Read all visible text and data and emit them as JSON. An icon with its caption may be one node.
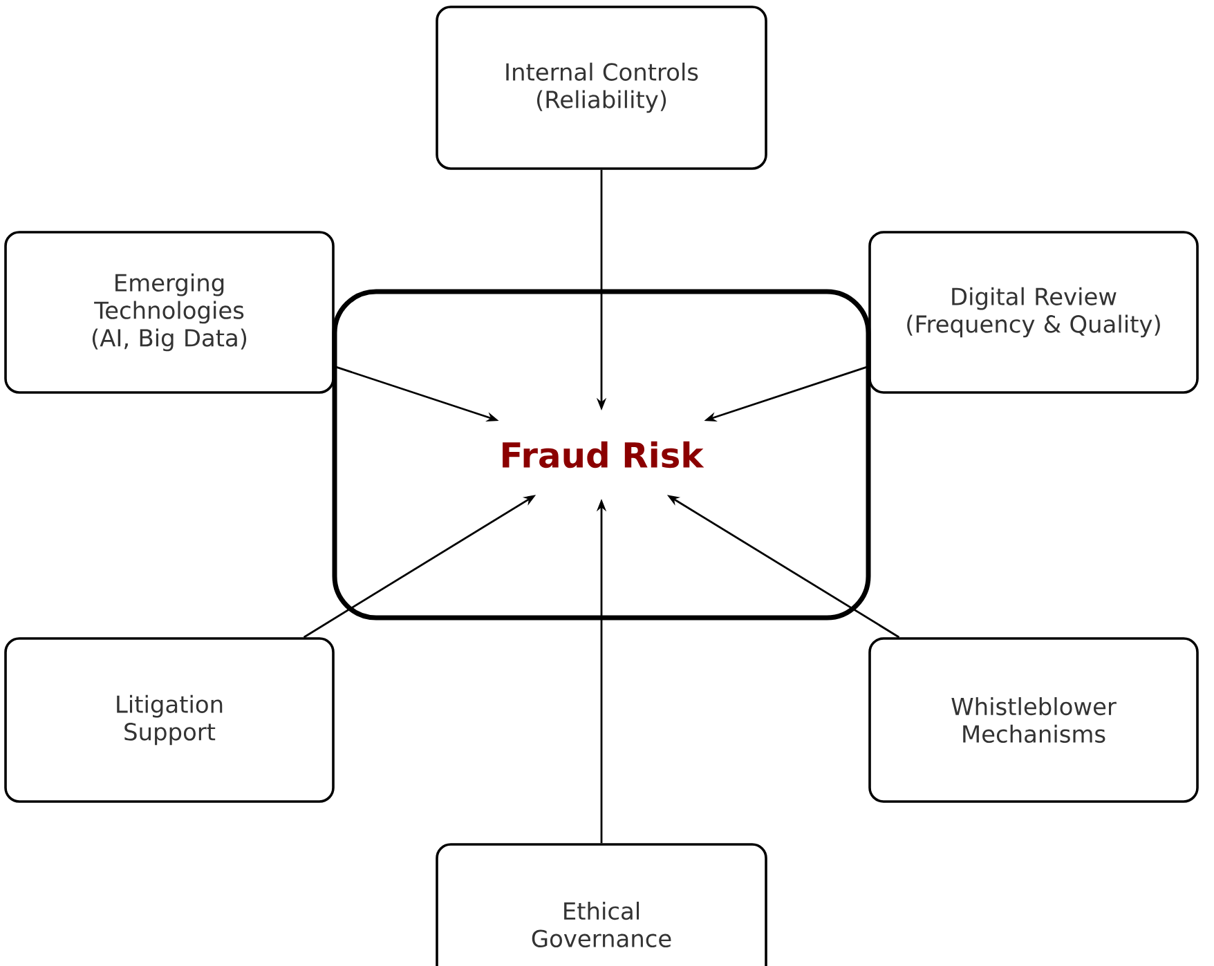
{
  "diagram": {
    "nodes": [
      {
        "text": [
          "Fraud Risk"
        ]
      },
      {
        "text": [
          "Internal Controls (Reliability)"
        ]
      },
      {
        "text": [
          "Emerging Technologies (AI, Big Data)"
        ]
      },
      {
        "text": [
          "Digital Review (Frequency & Quality)"
        ]
      },
      {
        "text": [
          "Litigation Support"
        ]
      },
      {
        "text": [
          "Whistleblower Mechanisms"
        ]
      },
      {
        "text": [
          "Ethical Governance"
        ]
      }
    ],
    "edges": [
      {
        "from": 1,
        "to": 0,
        "arrow": "to"
      },
      {
        "from": 2,
        "to": 0,
        "arrow": "to"
      },
      {
        "from": 3,
        "to": 0,
        "arrow": "to"
      },
      {
        "from": 4,
        "to": 0,
        "arrow": "to"
      },
      {
        "from": 5,
        "to": 0,
        "arrow": "to"
      },
      {
        "from": 6,
        "to": 0,
        "arrow": "to"
      }
    ]
  }
}
